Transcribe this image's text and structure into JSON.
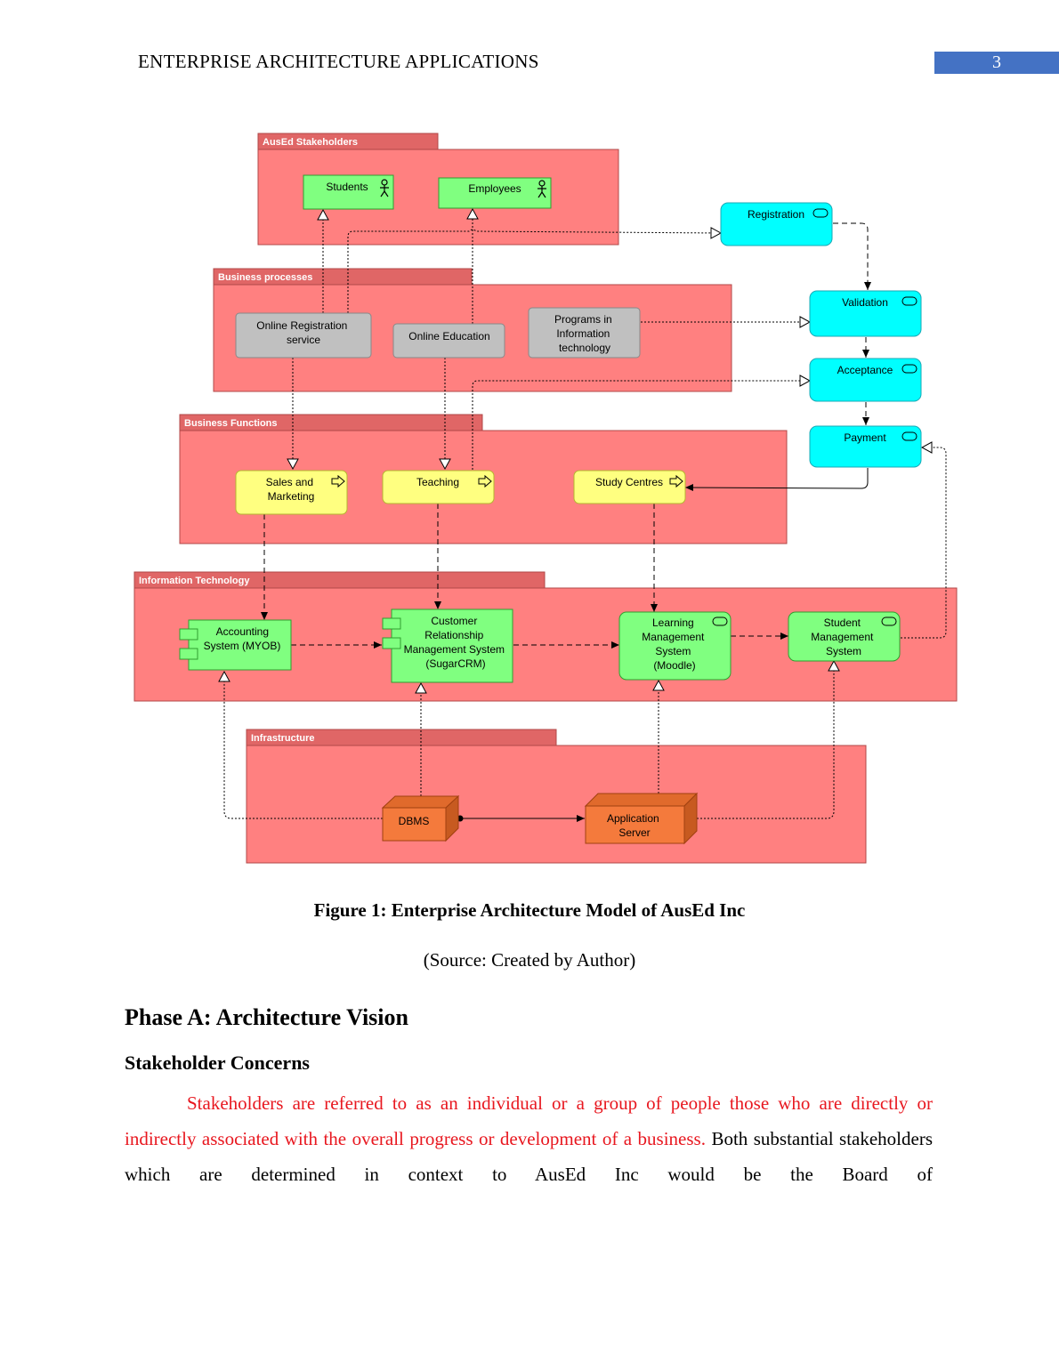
{
  "header": {
    "title": "ENTERPRISE ARCHITECTURE APPLICATIONS",
    "page_number": "3"
  },
  "diagram": {
    "layers": {
      "stakeholders": "AusEd Stakeholders",
      "business_processes": "Business processes",
      "business_functions": "Business Functions",
      "information_technology": "Information Technology",
      "infrastructure": "Infrastructure"
    },
    "nodes": {
      "students": "Students",
      "employees": "Employees",
      "online_registration": [
        "Online Registration",
        "service"
      ],
      "online_education": "Online Education",
      "programs_it": [
        "Programs in",
        "Information",
        "technology"
      ],
      "sales_marketing": [
        "Sales and",
        "Marketing"
      ],
      "teaching": "Teaching",
      "study_centres": "Study Centres",
      "accounting": [
        "Accounting",
        "System (MYOB)"
      ],
      "crm": [
        "Customer",
        "Relationship",
        "Management System",
        "(SugarCRM)"
      ],
      "lms": [
        "Learning",
        "Management",
        "System",
        "(Moodle)"
      ],
      "sms": [
        "Student",
        "Management",
        "System"
      ],
      "dbms": "DBMS",
      "app_server": [
        "Application",
        "Server"
      ],
      "registration": "Registration",
      "validation": "Validation",
      "acceptance": "Acceptance",
      "payment": "Payment"
    },
    "colors": {
      "layer_fill": "#ff8080",
      "layer_tab": "#e06666",
      "stakeholder_fill": "#80ff80",
      "process_fill": "#c0c0c0",
      "function_fill": "#ffff80",
      "application_fill": "#80ff80",
      "infrastructure_fill": "#f47a3c",
      "event_fill": "#00ffff"
    }
  },
  "figure": {
    "caption": "Figure 1: Enterprise Architecture Model of AusEd Inc",
    "source": "(Source: Created by Author)"
  },
  "section": {
    "heading": "Phase A: Architecture Vision",
    "subheading": "Stakeholder Concerns",
    "paragraph_red": "Stakeholders are referred to as an individual or a group of people those who are directly or indirectly associated with the overall progress or development of a business.",
    "paragraph_black": " Both substantial stakeholders which are determined in context to AusEd Inc would be the Board of"
  }
}
